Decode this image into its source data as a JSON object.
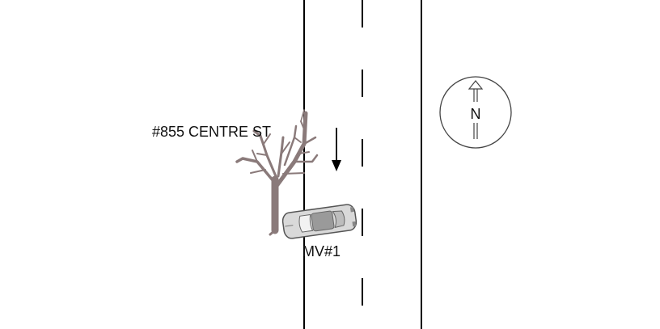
{
  "address_label": "#855 CENTRE ST",
  "vehicle_label": "MV#1",
  "compass": {
    "north_label": "N"
  },
  "icons": {
    "tree": "tree-icon",
    "car": "car-icon",
    "direction_arrow": "down-arrow-icon",
    "compass": "north-arrow-icon"
  },
  "colors": {
    "road_lines": "#000000",
    "tree": "#8a7a7a",
    "car_body": "#d9d9d9",
    "car_outline": "#555555"
  }
}
